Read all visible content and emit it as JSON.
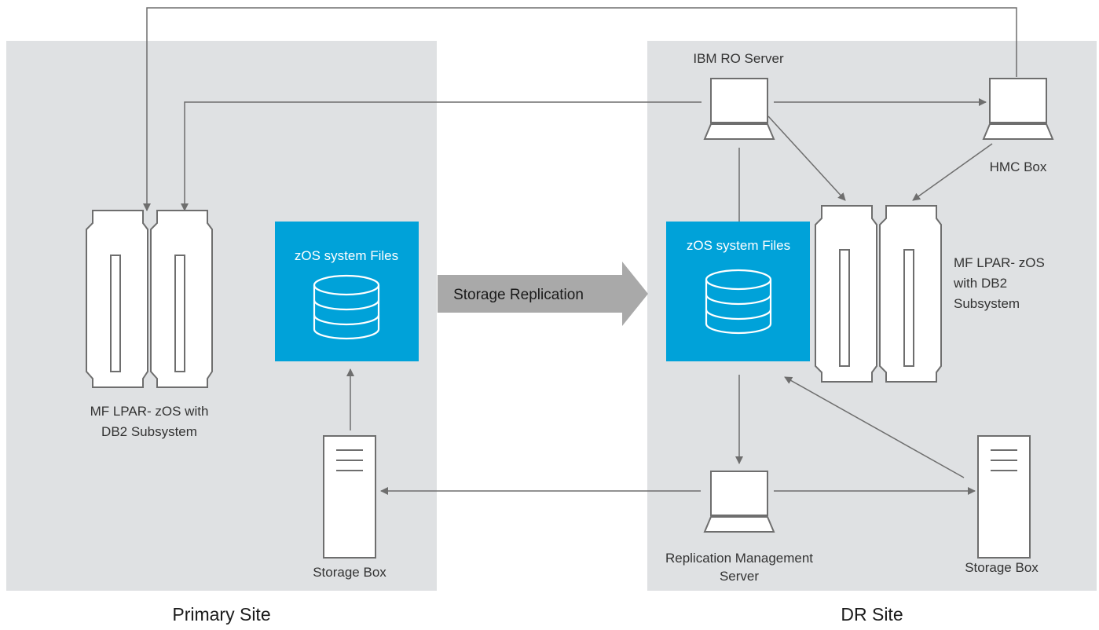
{
  "colors": {
    "site_background": "#dfe1e3",
    "files_box": "#00a2d9",
    "connector": "#6e6e6e",
    "replication_arrow": "#a9a9a9"
  },
  "primary_site": {
    "title": "Primary Site",
    "mainframe_label_line1": "MF LPAR- zOS with",
    "mainframe_label_line2": "DB2 Subsystem",
    "files_box_title": "zOS system Files",
    "storage_label": "Storage Box"
  },
  "replication": {
    "label": "Storage Replication"
  },
  "dr_site": {
    "title": "DR Site",
    "ro_server_label": "IBM RO Server",
    "hmc_label": "HMC Box",
    "files_box_title": "zOS system Files",
    "mainframe_label_line1": "MF LPAR- zOS",
    "mainframe_label_line2": "with DB2",
    "mainframe_label_line3": "Subsystem",
    "rms_label_line1": "Replication Management",
    "rms_label_line2": "Server",
    "storage_label": "Storage Box"
  },
  "icons": {
    "laptop": "laptop-icon",
    "mainframe": "mainframe-rack-icon",
    "storage": "storage-tower-icon",
    "database": "database-icon"
  }
}
